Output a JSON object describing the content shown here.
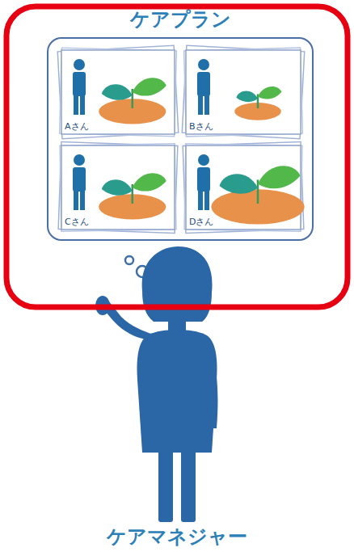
{
  "diagram": {
    "nodes": [
      {
        "text": [
          "ケアプラン"
        ]
      },
      {
        "text": [
          "Aさん"
        ],
        "in": 0
      },
      {
        "text": [
          "Bさん"
        ],
        "in": 0
      },
      {
        "text": [
          "Cさん"
        ],
        "in": 0
      },
      {
        "text": [
          "Dさん"
        ],
        "in": 0
      }
    ],
    "labels": [
      "ケアマネジャー"
    ]
  }
}
